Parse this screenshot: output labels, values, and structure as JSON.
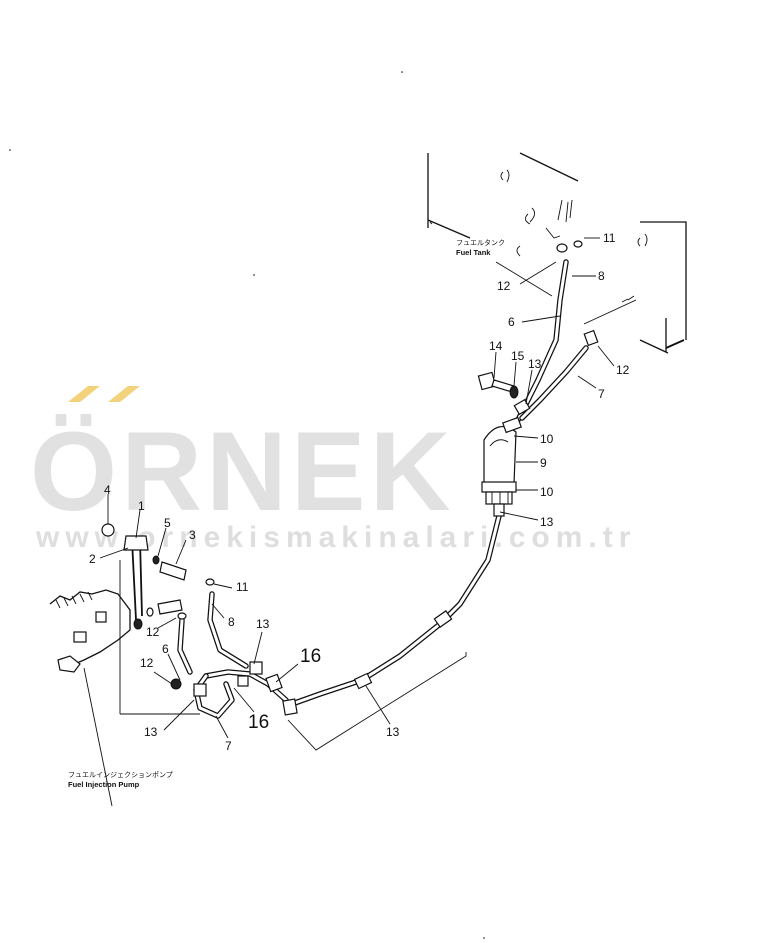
{
  "labels": {
    "fuel_tank_jp": "フュエルタンク",
    "fuel_tank_en": "Fuel Tank",
    "fuel_pump_jp": "フュエルインジェクションポンプ",
    "fuel_pump_en": "Fuel Injection Pump"
  },
  "callouts": {
    "c1": "1",
    "c2": "2",
    "c3": "3",
    "c4": "4",
    "c5": "5",
    "c6a": "6",
    "c6b": "6",
    "c7a": "7",
    "c7b": "7",
    "c8a": "8",
    "c8b": "8",
    "c9": "9",
    "c10a": "10",
    "c10b": "10",
    "c11a": "11",
    "c11b": "11",
    "c12a": "12",
    "c12b": "12",
    "c12c": "12",
    "c12d": "12",
    "c13a": "13",
    "c13b": "13",
    "c13c": "13",
    "c13d": "13",
    "c13e": "13",
    "c14": "14",
    "c15": "15",
    "c16a": "16",
    "c16b": "16"
  },
  "watermark": {
    "brand": "ÖRNEK",
    "url": "www.ornekismakinalari.com.tr",
    "accent": "#f2d27a"
  }
}
